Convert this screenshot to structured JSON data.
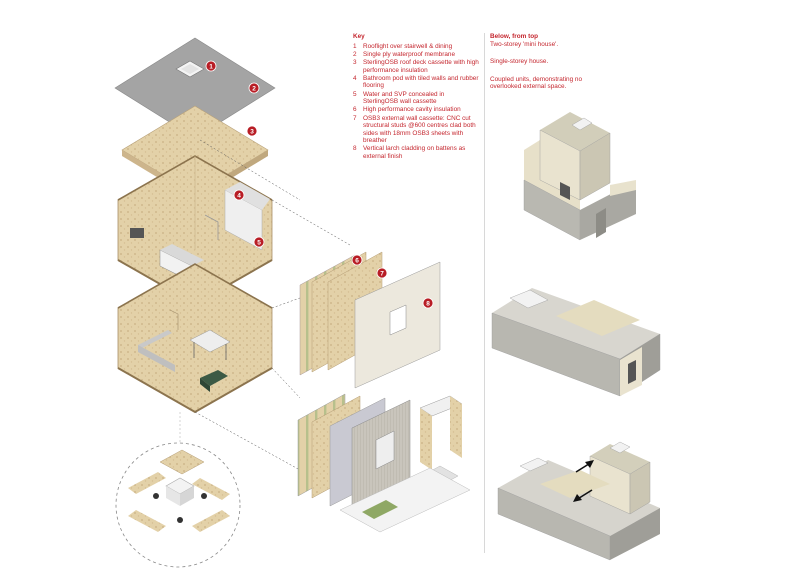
{
  "key": {
    "title": "Key",
    "items": [
      {
        "n": "1",
        "text": "Rooflight over stairwell & dining"
      },
      {
        "n": "2",
        "text": "Single ply waterproof membrane"
      },
      {
        "n": "3",
        "text": "SterlingOSB roof deck cassette with high performance insulation"
      },
      {
        "n": "4",
        "text": "Bathroom pod with tiled walls and rubber flooring"
      },
      {
        "n": "5",
        "text": "Water and SVP concealed in SterlingOSB wall cassette"
      },
      {
        "n": "6",
        "text": "High performance cavity insulation"
      },
      {
        "n": "7",
        "text": "OSB3 external wall cassette: CNC cut structural studs @600 centres clad both sides with 18mm OSB3 sheets with breather"
      },
      {
        "n": "8",
        "text": "Vertical larch cladding on battens as external finish"
      }
    ]
  },
  "below": {
    "title": "Below, from top",
    "lines": [
      "Two-storey 'mini house'.",
      "Single-storey house.",
      "Coupled units, demonstrating no overlooked external space."
    ]
  },
  "markers": [
    "1",
    "2",
    "3",
    "4",
    "5",
    "6",
    "7",
    "8"
  ],
  "colors": {
    "accent": "#c4262e",
    "osb": "#e2cfa6",
    "roof": "#a3a3a3",
    "render": "#dcd6c4"
  }
}
